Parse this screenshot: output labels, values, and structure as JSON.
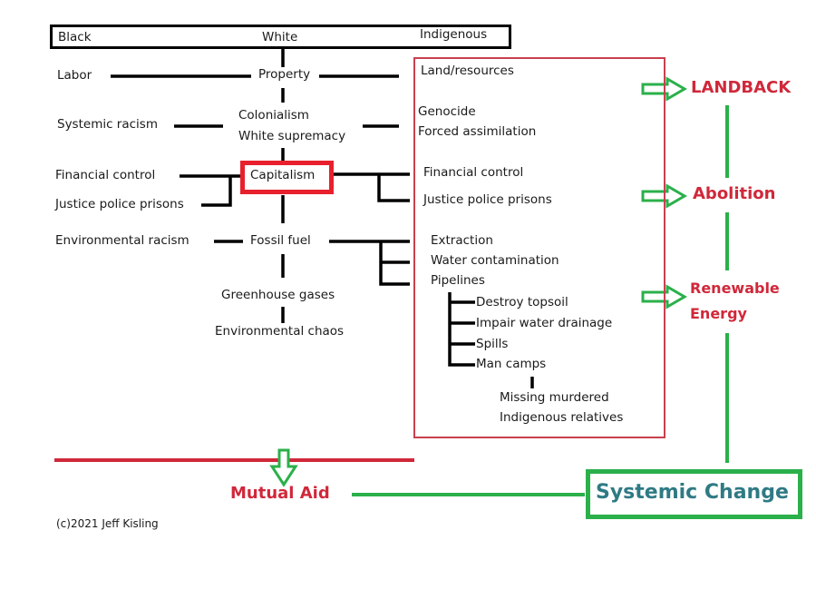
{
  "header": {
    "left": "Black",
    "center": "White",
    "right": "Indigenous"
  },
  "left": {
    "labor": "Labor",
    "systemic_racism": "Systemic racism",
    "financial_control": "Financial control",
    "justice": "Justice police prisons",
    "env_racism": "Environmental racism"
  },
  "center": {
    "property": "Property",
    "colonialism": "Colonialism",
    "white_supremacy": "White supremacy",
    "capitalism": "Capitalism",
    "fossil_fuel": "Fossil fuel",
    "greenhouse": "Greenhouse gases",
    "chaos": "Environmental chaos"
  },
  "right": {
    "land": "Land/resources",
    "genocide": "Genocide",
    "forced": "Forced assimilation",
    "financial_control": "Financial control",
    "justice": "Justice police prisons",
    "extraction": "Extraction",
    "water": "Water contamination",
    "pipelines": "Pipelines",
    "topsoil": "Destroy topsoil",
    "drainage": "Impair water drainage",
    "spills": "Spills",
    "mancamps": "Man camps",
    "missing1": "Missing murdered",
    "missing2": "Indigenous relatives"
  },
  "solutions": {
    "landback": "LANDBACK",
    "abolition": "Abolition",
    "renewable1": "Renewable",
    "renewable2": "Energy",
    "mutual_aid": "Mutual Aid",
    "systemic_change": "Systemic Change"
  },
  "copyright": "(c)2021 Jeff Kisling",
  "colors": {
    "red": "#d0283a",
    "green": "#2bb04a",
    "black": "#000000",
    "teal": "#2f7a84"
  }
}
